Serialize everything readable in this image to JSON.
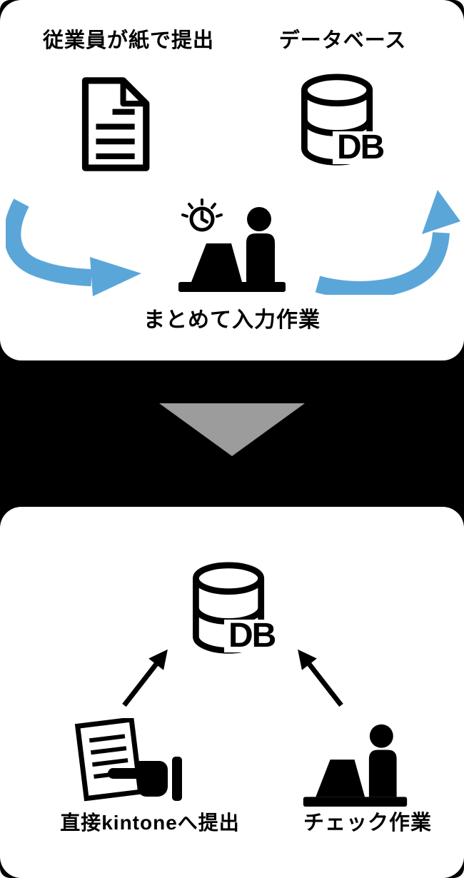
{
  "colors": {
    "background": "#000000",
    "panel": "#ffffff",
    "icon": "#000000",
    "arrow_blue": "#5ba6d9",
    "triangle_gray": "#9c9c9c"
  },
  "before": {
    "paper_label": "従業員が紙で提出",
    "database_label": "データベース",
    "db_text": "DB",
    "caption": "まとめて入力作業"
  },
  "after": {
    "db_text": "DB",
    "submit_label": "直接kintoneへ提出",
    "check_label": "チェック作業"
  },
  "icons": {
    "paper_document": "paper-document-icon",
    "database_before": "database-db-icon",
    "clock": "clock-rush-icon",
    "worker_before": "person-typing-on-laptop-icon",
    "curved_arrow_left": "blue-curved-arrow-right-icon",
    "curved_arrow_right": "blue-curved-arrow-up-icon",
    "transition_triangle": "gray-down-triangle-icon",
    "database_after": "database-db-icon",
    "up_arrow_left": "black-arrow-up-right-icon",
    "up_arrow_right": "black-arrow-up-left-icon",
    "submit_document_hand": "document-with-pointing-hand-icon",
    "worker_after": "person-typing-on-laptop-icon"
  }
}
